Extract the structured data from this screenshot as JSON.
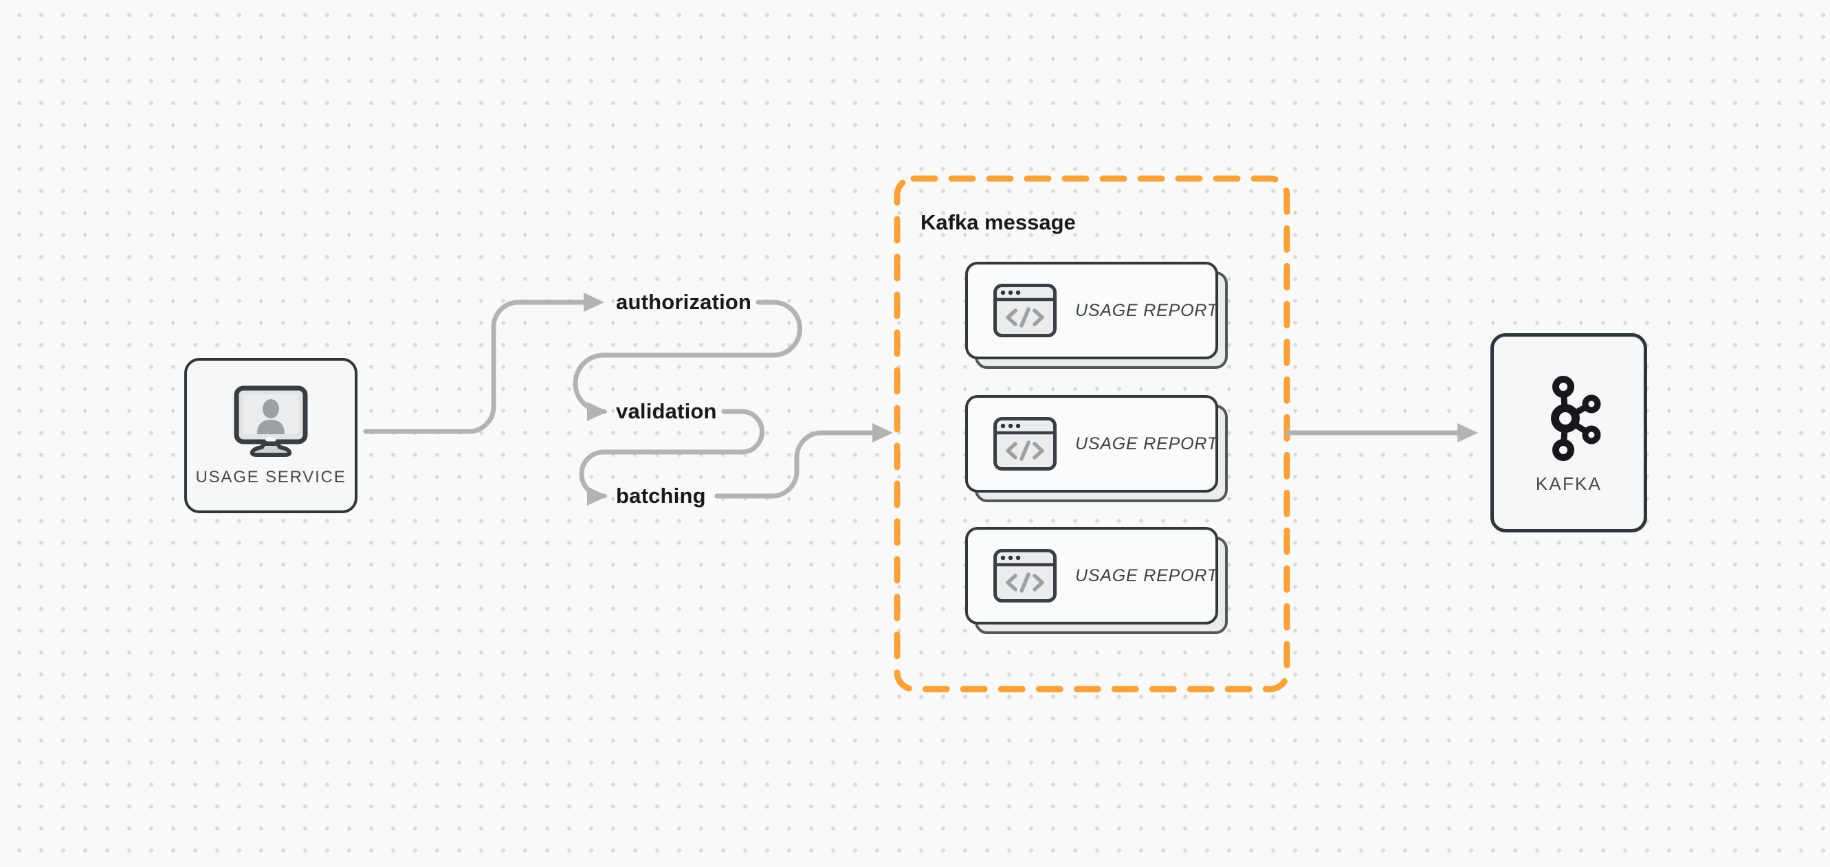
{
  "diagram": {
    "nodes": {
      "usage_service": {
        "label": "USAGE SERVICE",
        "icon": "user-monitor-icon"
      },
      "kafka": {
        "label": "KAFKA",
        "icon": "kafka-logo-icon"
      }
    },
    "pipeline_steps": [
      {
        "label": "authorization"
      },
      {
        "label": "validation"
      },
      {
        "label": "batching"
      }
    ],
    "kafka_message_group": {
      "title": "Kafka message",
      "cards": [
        {
          "label": "USAGE REPORT",
          "icon": "code-window-icon"
        },
        {
          "label": "USAGE REPORT",
          "icon": "code-window-icon"
        },
        {
          "label": "USAGE REPORT",
          "icon": "code-window-icon"
        }
      ]
    },
    "colors": {
      "group_border_orange": "#F9A13B",
      "connector_gray": "#b3b3b3",
      "node_border_dark": "#2f353a",
      "node_background": "#f6f7f7",
      "text_dark": "#17191c",
      "text_muted": "#46494e",
      "background": "#f9f9f7",
      "dot_grid": "#d9d9d8"
    }
  }
}
